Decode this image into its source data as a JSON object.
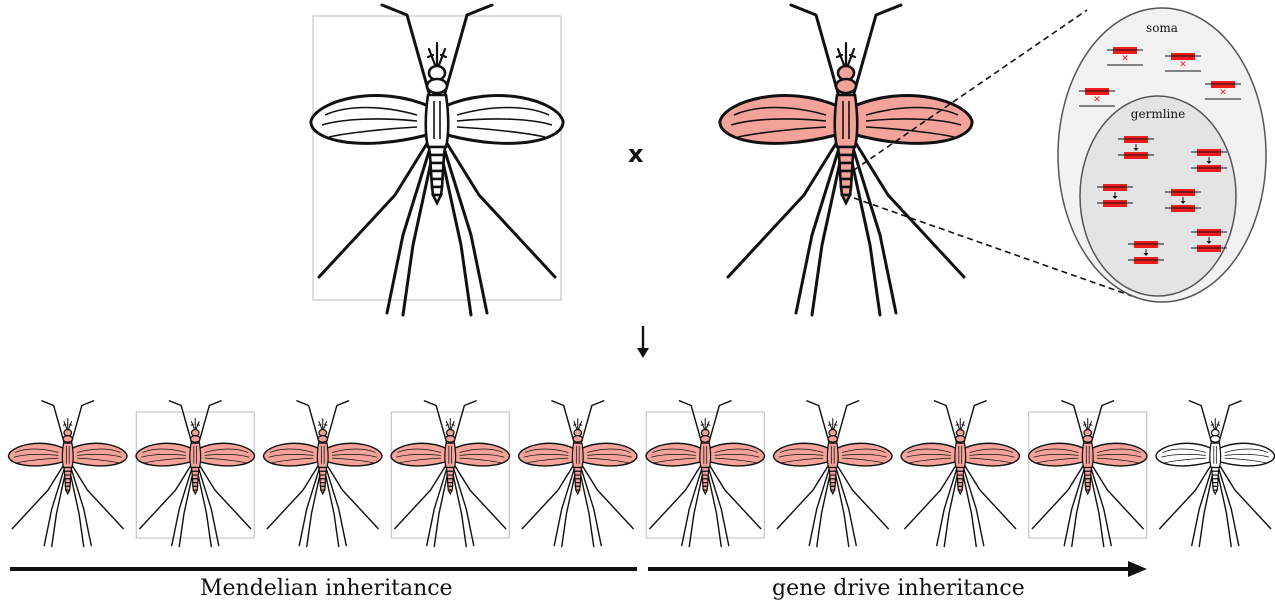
{
  "cross_symbol": "x",
  "inset": {
    "outer_label": "soma",
    "inner_label": "germline"
  },
  "labels": {
    "left": "Mendelian inheritance",
    "right": "gene drive inheritance"
  },
  "colors": {
    "transgenic": "#f4a39a",
    "wildtype": "#ffffff",
    "allele": "#ee1c1c",
    "soma_fill": "#f2f2f2",
    "germline_fill": "#e4e4e4"
  },
  "parents": [
    "wildtype",
    "transgenic"
  ],
  "offspring": [
    "transgenic",
    "transgenic",
    "transgenic",
    "transgenic",
    "transgenic",
    "transgenic",
    "transgenic",
    "transgenic",
    "transgenic",
    "wildtype"
  ],
  "offspring_framed": [
    false,
    true,
    false,
    true,
    false,
    true,
    false,
    false,
    true,
    false
  ]
}
